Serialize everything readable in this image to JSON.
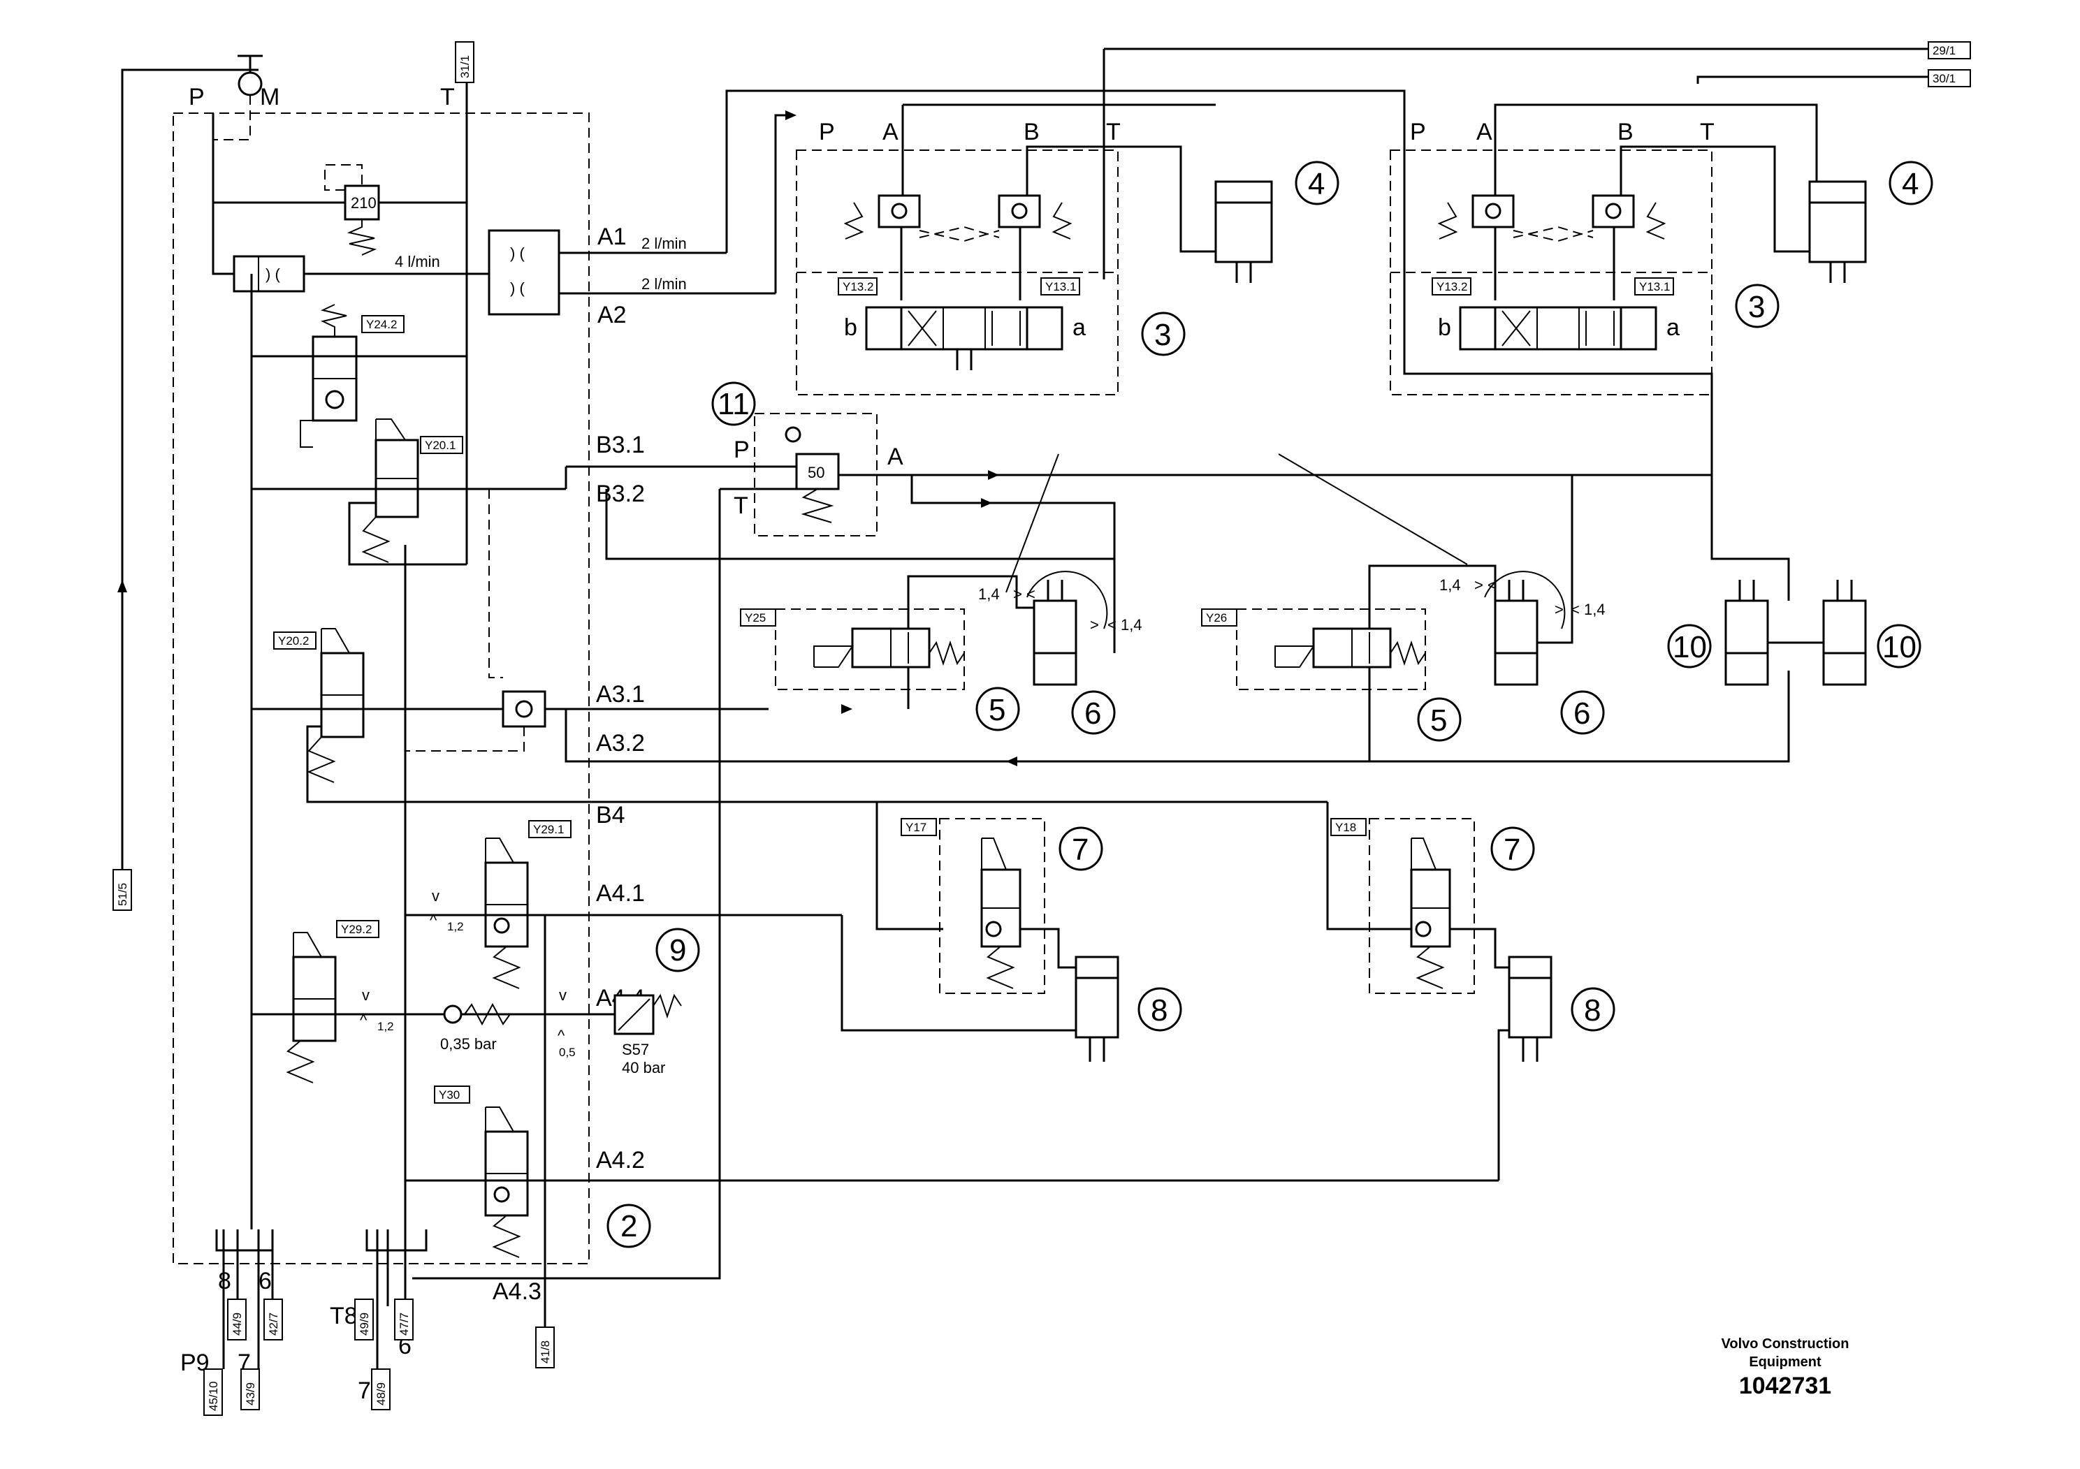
{
  "ports": {
    "P": "P",
    "M": "M",
    "T": "T",
    "A1": "A1",
    "A2": "A2",
    "B3_1": "B3.1",
    "B3_2": "B3.2",
    "A3_1": "A3.1",
    "A3_2": "A3.2",
    "B4": "B4",
    "A4_1": "A4.1",
    "A4_4": "A4.4",
    "A4_2": "A4.2",
    "A4_3": "A4.3",
    "a": "a",
    "b": "b",
    "B": "B",
    "A": "A"
  },
  "references": {
    "r31_1": "31/1",
    "r29_1": "29/1",
    "r30_1": "30/1",
    "r51_5": "51/5",
    "r45_10": "45/10",
    "r44_9": "44/9",
    "r43_9": "43/9",
    "r42_7": "42/7",
    "r49_9": "49/9",
    "r47_7": "47/7",
    "r48_9": "48/9",
    "r41_8": "41/8"
  },
  "solenoids": {
    "y24_2": "Y24.2",
    "y20_1": "Y20.1",
    "y20_2": "Y20.2",
    "y29_1": "Y29.1",
    "y29_2": "Y29.2",
    "y30": "Y30",
    "y13_2": "Y13.2",
    "y13_1": "Y13.1",
    "y25": "Y25",
    "y26": "Y26",
    "y17": "Y17",
    "y18": "Y18"
  },
  "values": {
    "relief_210": "210",
    "flow_4": "4 l/min",
    "flow_2": "2 l/min",
    "pressure_50": "50",
    "ratio_1_4": "1,4",
    "ratio_gt_1_4": "< 1,4",
    "v12": "1,2",
    "v05": "0,5",
    "bar_035": "0,35 bar",
    "s57": "S57",
    "bar_40": "40 bar"
  },
  "components": {
    "c2": "2",
    "c3": "3",
    "c4": "4",
    "c5": "5",
    "c6": "6",
    "c7": "7",
    "c8": "8",
    "c9": "9",
    "c10": "10",
    "c11": "11"
  },
  "bottom_labels": {
    "n8": "8",
    "n6": "6",
    "p9": "P9",
    "n7": "7",
    "t8": "T8",
    "n6b": "6",
    "n7b": "7"
  },
  "footer": {
    "company_line1": "Volvo Construction",
    "company_line2": "Equipment",
    "doc_number": "1042731"
  }
}
